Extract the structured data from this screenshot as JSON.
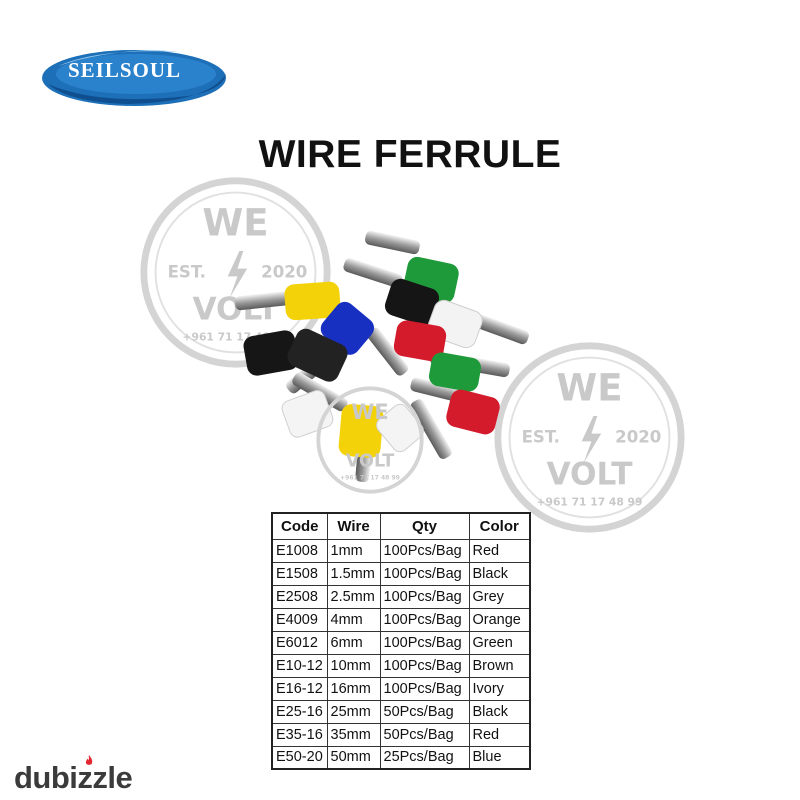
{
  "logo": {
    "text": "SEILSOUL",
    "colors": {
      "blue": "#1d6fb8",
      "light": "#5aa5dd"
    }
  },
  "title": "WIRE FERRULE",
  "watermark": {
    "line1": "WE",
    "est": "EST.",
    "year": "2020",
    "line3": "VOLT",
    "phone": "+961 71 17 48 99"
  },
  "table": {
    "headers": [
      "Code",
      "Wire",
      "Qty",
      "Color"
    ],
    "rows": [
      [
        "E1008",
        "1mm",
        "100Pcs/Bag",
        "Red"
      ],
      [
        "E1508",
        "1.5mm",
        "100Pcs/Bag",
        "Black"
      ],
      [
        "E2508",
        "2.5mm",
        "100Pcs/Bag",
        "Grey"
      ],
      [
        "E4009",
        "4mm",
        "100Pcs/Bag",
        "Orange"
      ],
      [
        "E6012",
        "6mm",
        "100Pcs/Bag",
        "Green"
      ],
      [
        "E10-12",
        "10mm",
        "100Pcs/Bag",
        "Brown"
      ],
      [
        "E16-12",
        "16mm",
        "100Pcs/Bag",
        "Ivory"
      ],
      [
        "E25-16",
        "25mm",
        "50Pcs/Bag",
        "Black"
      ],
      [
        "E35-16",
        "35mm",
        "50Pcs/Bag",
        "Red"
      ],
      [
        "E50-20",
        "50mm",
        "25Pcs/Bag",
        "Blue"
      ]
    ]
  },
  "footer": {
    "brand": "dubizzle",
    "flame_color": "#e3262f"
  }
}
